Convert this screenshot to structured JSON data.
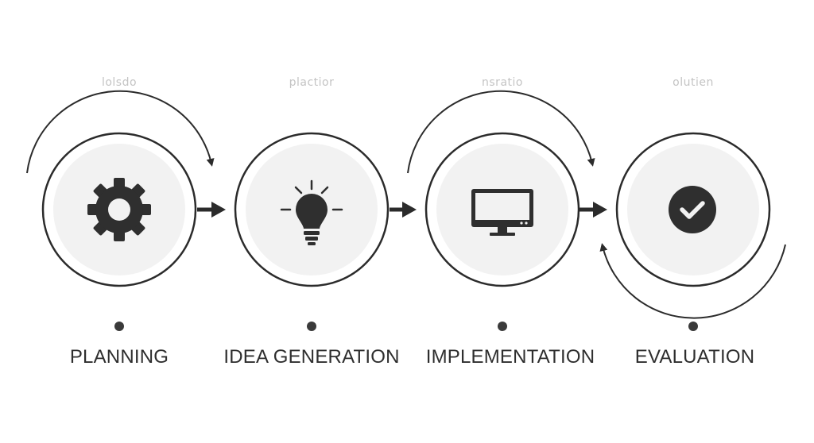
{
  "stages": [
    {
      "label": "PLANNING",
      "top_label": "lolsdo",
      "icon": "gear-icon"
    },
    {
      "label": "IDEA GENERATION",
      "top_label": "plactior",
      "icon": "lightbulb-icon"
    },
    {
      "label": "IMPLEMENTATION",
      "top_label": "nsratio",
      "icon": "monitor-icon"
    },
    {
      "label": "EVALUATION",
      "top_label": "olutien",
      "icon": "checkmark-icon"
    }
  ],
  "colors": {
    "stroke": "#2b2b2b",
    "fill": "#f2f2f2",
    "icon": "#2f2f2f",
    "faint_text": "#c4c4c4"
  }
}
